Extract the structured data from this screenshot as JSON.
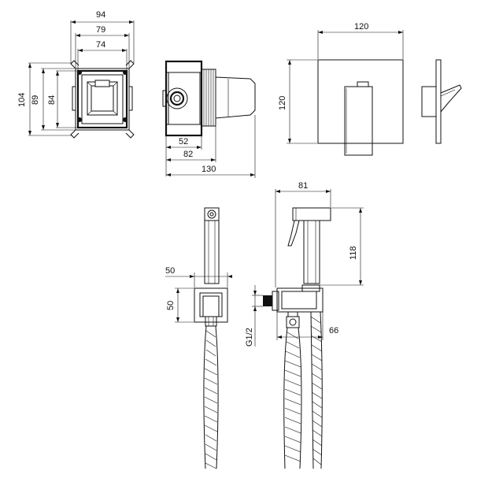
{
  "drawing": {
    "box_front": {
      "w94": "94",
      "w79": "79",
      "w74": "74",
      "h104": "104",
      "h89": "89",
      "h84": "84"
    },
    "box_side": {
      "d52": "52",
      "d82": "82",
      "d130": "130"
    },
    "plate": {
      "w120": "120",
      "h120": "120"
    },
    "holder_front": {
      "w50": "50",
      "h50": "50"
    },
    "handset": {
      "w81": "81",
      "h118": "118",
      "thread": "G1/2",
      "d66": "66"
    }
  }
}
